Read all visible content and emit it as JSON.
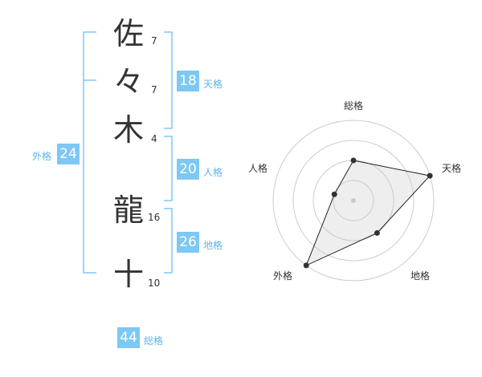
{
  "name": {
    "chars": [
      {
        "char": "佐",
        "strokes": "7"
      },
      {
        "char": "々",
        "strokes": "7"
      },
      {
        "char": "木",
        "strokes": "4"
      },
      {
        "char": "龍",
        "strokes": "16"
      },
      {
        "char": "十",
        "strokes": "10"
      }
    ]
  },
  "fortune": {
    "tenkaku": {
      "value": "18",
      "label": "天格"
    },
    "jinkaku": {
      "value": "20",
      "label": "人格"
    },
    "chikaku": {
      "value": "26",
      "label": "地格"
    },
    "gaikaku": {
      "value": "24",
      "label": "外格"
    },
    "soukaku": {
      "value": "44",
      "label": "総格"
    }
  },
  "colors": {
    "accent": "#7dc8f5",
    "bracket": "#7dc8f5",
    "text": "#333333"
  },
  "chart_data": {
    "type": "radar",
    "axes": [
      "総格",
      "天格",
      "地格",
      "外格",
      "人格"
    ],
    "values": [
      2,
      4,
      2,
      4,
      1
    ],
    "max": 4,
    "rings": 4
  }
}
